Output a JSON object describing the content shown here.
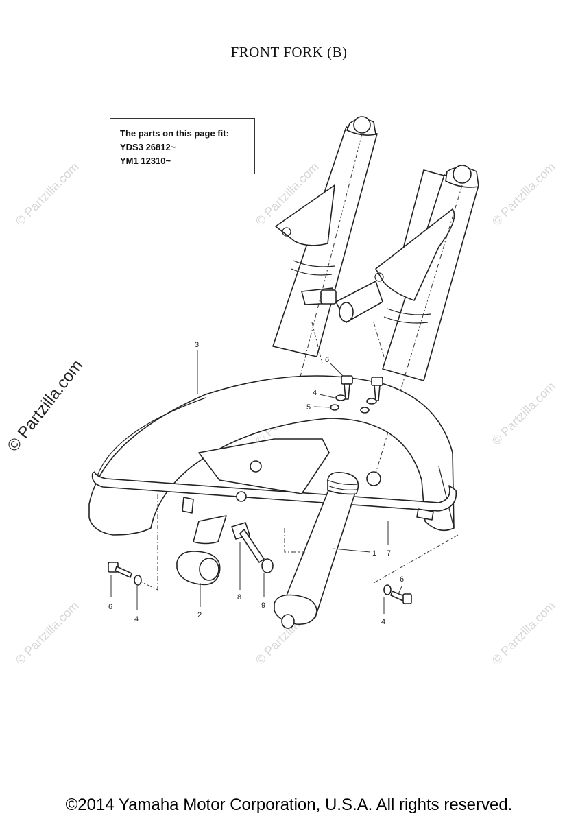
{
  "title": "FRONT FORK  (B)",
  "fit_box": {
    "line1": "The parts on this page fit:",
    "line2": "YDS3 26812~",
    "line3": "YM1 12310~"
  },
  "callouts": [
    "1",
    "2",
    "3",
    "4",
    "5",
    "6",
    "7",
    "8",
    "9"
  ],
  "watermark": "© Partzilla.com",
  "copyright": "©2014 Yamaha Motor Corporation, U.S.A. All rights reserved."
}
